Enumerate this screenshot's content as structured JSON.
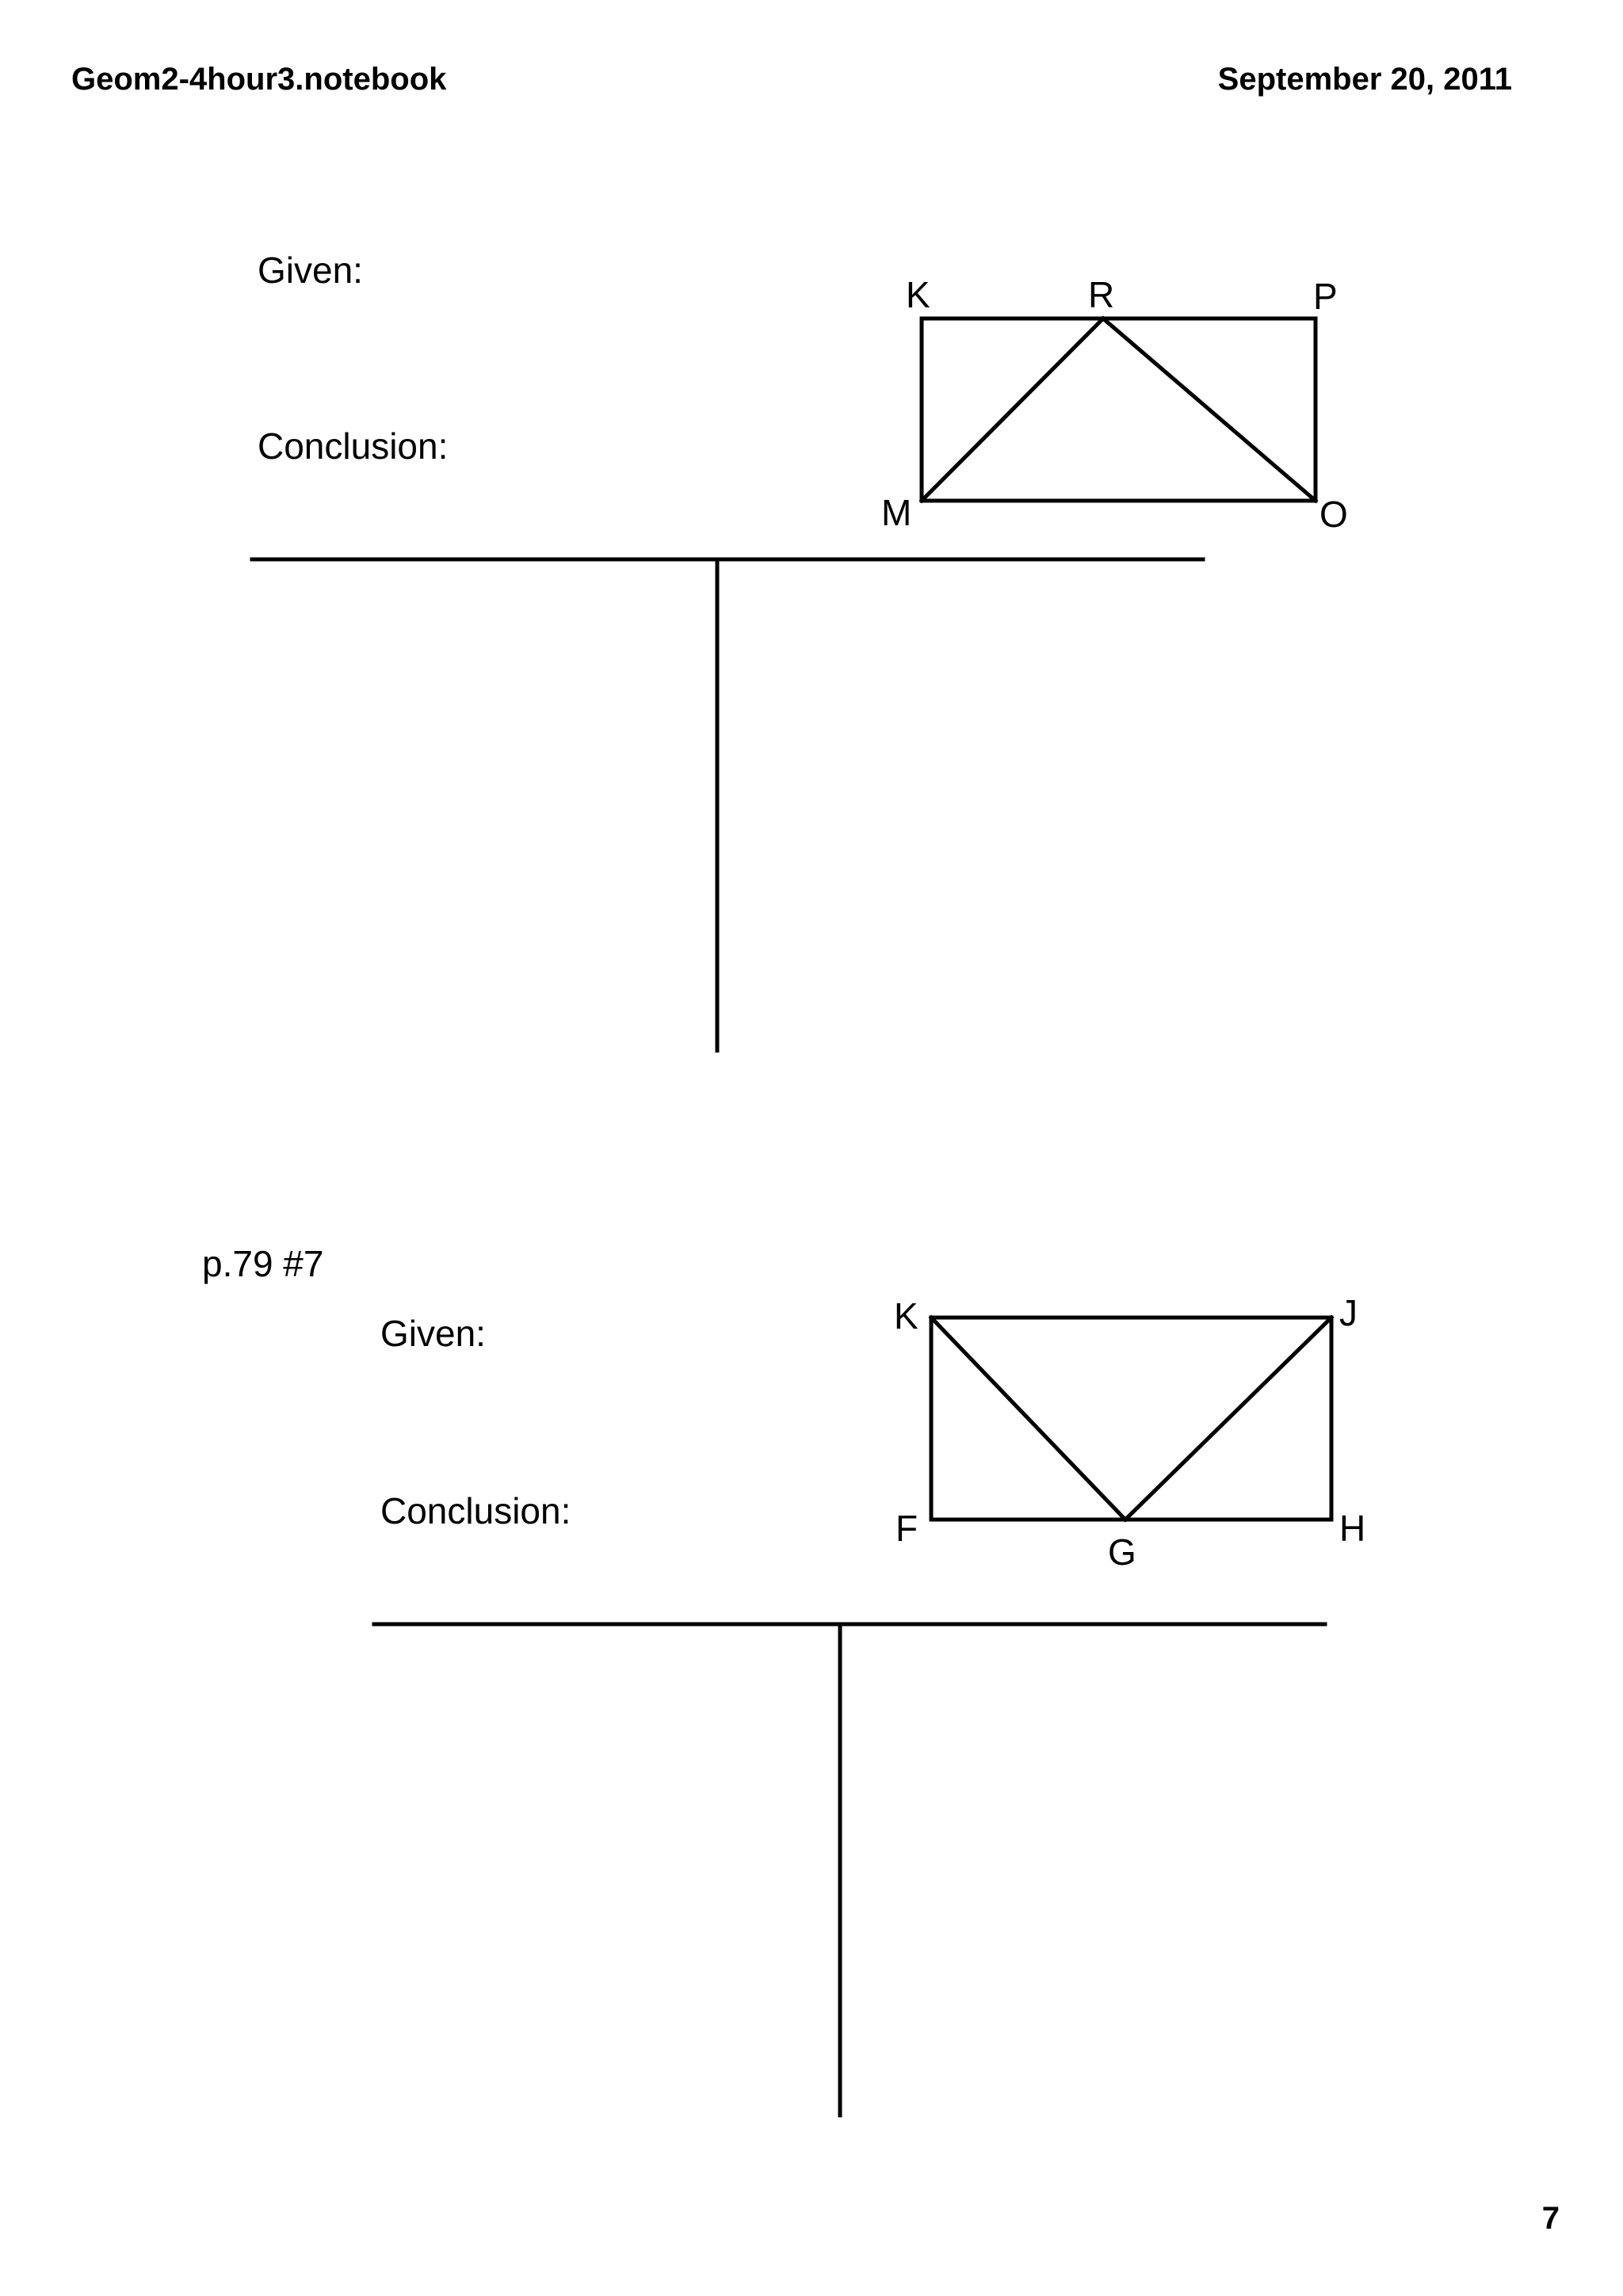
{
  "header": {
    "filename": "Geom2-4hour3.notebook",
    "date": "September 20, 2011"
  },
  "page_number": "7",
  "problem1": {
    "given_label": "Given:",
    "conclusion_label": "Conclusion:",
    "vertices": {
      "K": "K",
      "R": "R",
      "P": "P",
      "M": "M",
      "O": "O"
    }
  },
  "problem2": {
    "reference": "p.79 #7",
    "given_label": "Given:",
    "conclusion_label": "Conclusion:",
    "vertices": {
      "K": "K",
      "J": "J",
      "F": "F",
      "G": "G",
      "H": "H"
    }
  }
}
